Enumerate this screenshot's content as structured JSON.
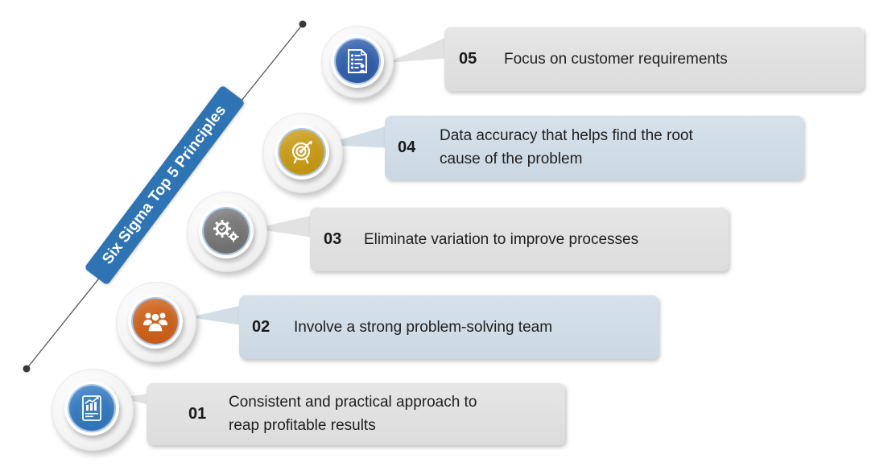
{
  "title": "Six Sigma Top 5 Principles",
  "colors": {
    "banner": "#2e74b5",
    "callout_gray": "#e0e0e0",
    "callout_blue": "#cfdbe5",
    "icon_05": "#2e5aa3",
    "icon_04": "#c49610",
    "icon_03": "#6e6e6e",
    "icon_02": "#c55a11",
    "icon_01": "#2e74b5"
  },
  "principles": [
    {
      "number": "05",
      "text": "Focus on customer requirements",
      "icon": "document-checklist-icon",
      "style": "gray"
    },
    {
      "number": "04",
      "text": "Data accuracy that helps find the root cause of the problem",
      "line1": "Data accuracy that helps find the root",
      "line2": "cause of the problem",
      "icon": "target-icon",
      "style": "blue"
    },
    {
      "number": "03",
      "text": "Eliminate variation to improve processes",
      "icon": "gears-icon",
      "style": "gray"
    },
    {
      "number": "02",
      "text": "Involve a strong problem-solving team",
      "icon": "team-icon",
      "style": "blue"
    },
    {
      "number": "01",
      "text": "Consistent and practical approach to reap profitable results",
      "line1": "Consistent and practical approach to",
      "line2": "reap profitable results",
      "icon": "report-chart-icon",
      "style": "gray"
    }
  ]
}
